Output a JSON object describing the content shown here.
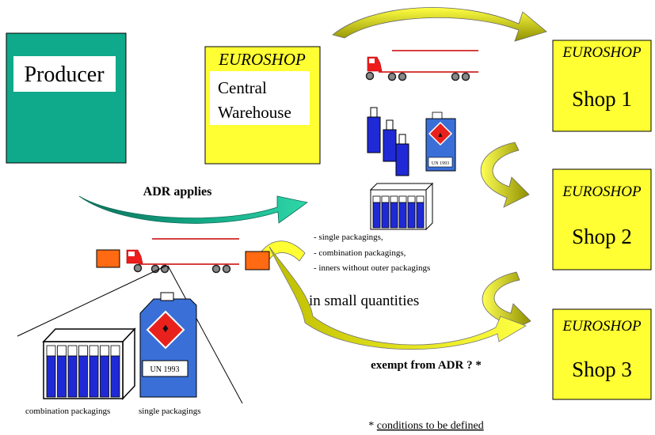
{
  "producer": {
    "label": "Producer"
  },
  "warehouse": {
    "brand": "EUROSHOP",
    "line1": "Central",
    "line2": "Warehouse"
  },
  "shops": [
    {
      "brand": "EUROSHOP",
      "label": "Shop 1"
    },
    {
      "brand": "EUROSHOP",
      "label": "Shop 2"
    },
    {
      "brand": "EUROSHOP",
      "label": "Shop 3"
    }
  ],
  "arrows": {
    "adr_applies": "ADR applies",
    "exempt": "exempt from ADR ? *"
  },
  "packaging_list": [
    "- single packagings,",
    "- combination packagings,",
    "- inners without outer packagings"
  ],
  "small_quantities": "in small quantities",
  "zoom_captions": {
    "combination": "combination packagings",
    "single": "single packagings"
  },
  "un_labels": {
    "large": "UN 1993",
    "small": "UN 1993"
  },
  "footnote": {
    "star": "* ",
    "text": "conditions to be defined"
  },
  "colors": {
    "producer": "#0fa98b",
    "warehouse": "#ffff33",
    "arrow_yellow": "#ffff33",
    "arrow_green": "#10a582",
    "truck_cab": "#ee1c1c",
    "trailer_line": "#cc0000",
    "box_orange": "#ff6a13",
    "canister": "#3a6fd8",
    "cylinder": "#1f2ad6",
    "hazard_red": "#e8211d"
  }
}
